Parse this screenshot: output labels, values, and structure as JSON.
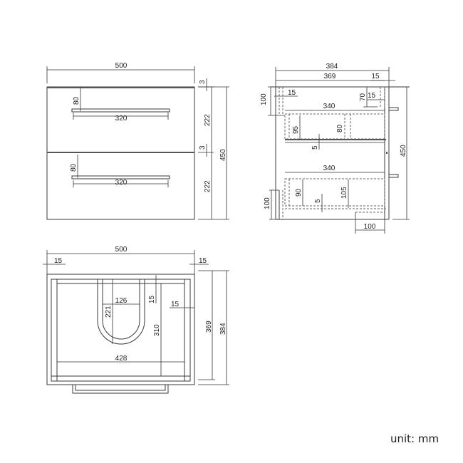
{
  "front_view": {
    "width": "500",
    "top_gap": "3",
    "mid_gap": "3",
    "drawer_height_top": "222",
    "drawer_height_bottom": "222",
    "total_height": "450",
    "handle_offset_top": "80",
    "handle_offset_bottom": "80",
    "handle_length_top": "320",
    "handle_length_bottom": "320"
  },
  "side_view": {
    "depth_total": "384",
    "depth_inner": "369",
    "back_thickness": "15",
    "top_rail_height": "100",
    "side_panel": "15",
    "front_offset": "70",
    "front_thickness": "15",
    "top_drawer_depth": "340",
    "top_drawer_height": "95",
    "top_drawer_inner": "80",
    "top_drawer_base": "5",
    "bottom_drawer_depth": "340",
    "bottom_drawer_height": "90",
    "bottom_drawer_base": "5",
    "bottom_drawer_inner": "105",
    "bottom_rail_height": "100",
    "bottom_cutout": "100",
    "total_height": "450"
  },
  "top_view": {
    "width": "500",
    "left_side": "15",
    "right_side": "15",
    "cutout_width": "126",
    "cutout_depth": "221",
    "back_panel": "15",
    "side_offset": "15",
    "inner_depth": "310",
    "inner_width": "428",
    "depth_inner": "369",
    "depth_total": "384"
  },
  "unit_label": "unit: mm"
}
